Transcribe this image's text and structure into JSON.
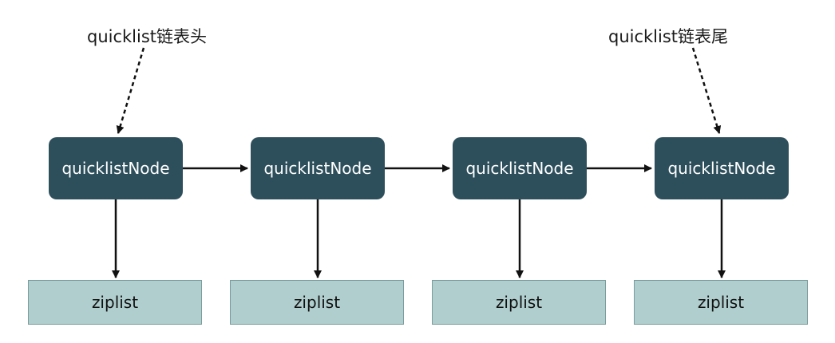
{
  "head_label": "quicklist链表头",
  "tail_label": "quicklist链表尾",
  "nodes": [
    {
      "label": "quicklistNode"
    },
    {
      "label": "quicklistNode"
    },
    {
      "label": "quicklistNode"
    },
    {
      "label": "quicklistNode"
    }
  ],
  "ziplists": [
    {
      "label": "ziplist"
    },
    {
      "label": "ziplist"
    },
    {
      "label": "ziplist"
    },
    {
      "label": "ziplist"
    }
  ],
  "colors": {
    "node_fill": "#2d4f5c",
    "node_text": "#ffffff",
    "ziplist_fill": "#b0cece",
    "ziplist_border": "#7a9c9c",
    "arrow": "#111111"
  }
}
